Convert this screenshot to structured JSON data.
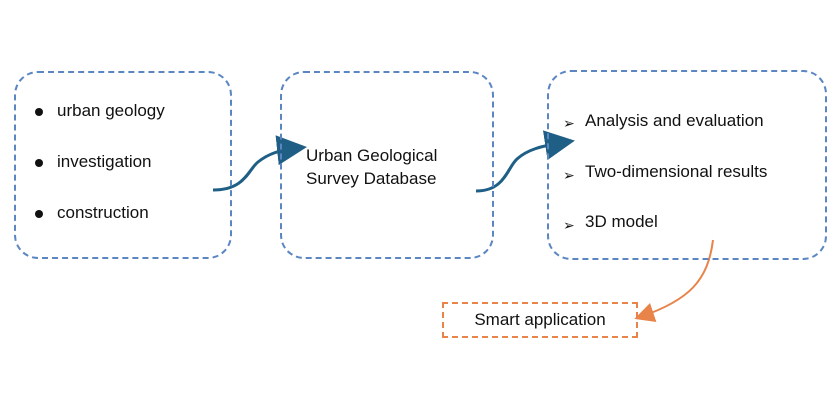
{
  "left_box": {
    "items": [
      "urban geology",
      "investigation",
      "construction"
    ]
  },
  "middle_box": {
    "line1": "Urban Geological",
    "line2": "Survey Database"
  },
  "right_box": {
    "items": [
      "Analysis and evaluation",
      "Two-dimensional results",
      "3D model"
    ]
  },
  "output_box": {
    "label": "Smart application"
  },
  "colors": {
    "box_border": "#5b86c2",
    "arrow": "#1f5f86",
    "output_border": "#e8834a",
    "output_arrow": "#e8834a"
  }
}
